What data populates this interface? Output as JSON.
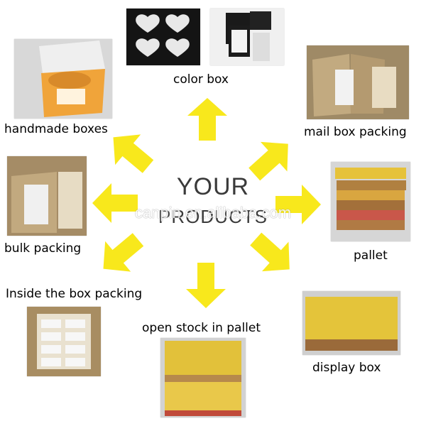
{
  "center": {
    "line1": "YOUR",
    "line2": "PRODUCTS",
    "watermark": "canpin.en.alibaba.com"
  },
  "labels": {
    "color_box": "color box",
    "mail_box_packing": "mail box packing",
    "pallet": "pallet",
    "display_box": "display box",
    "open_stock_in_pallet": "open stock in pallet",
    "inside_the_box_packing": "Inside the box packing",
    "bulk_packing": "bulk packing",
    "handmade_boxes": "handmade boxes"
  },
  "photo_text": {
    "color_box_print": "..."
  },
  "colors": {
    "arrow": "#f8e81c",
    "text": "#000000",
    "center_text": "#3a3a3a"
  }
}
